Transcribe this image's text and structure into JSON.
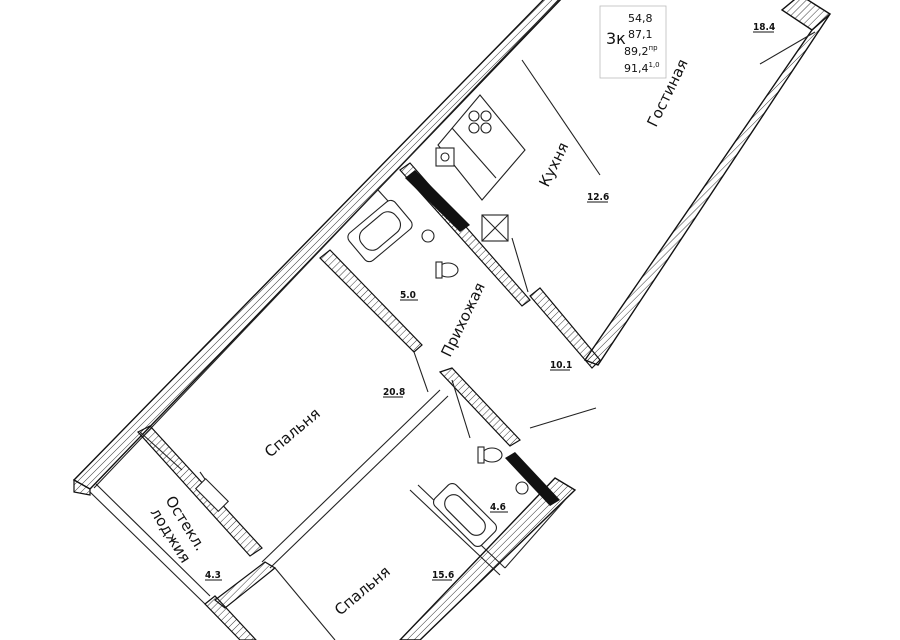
{
  "summary": {
    "rooms_label": "3к",
    "living_area": "54,8",
    "total_area": "87,1",
    "area_reduced": "89,2",
    "area_reduced_note": "пр",
    "area_full": "91,4",
    "area_full_note": "1,0"
  },
  "rooms": [
    {
      "id": "living",
      "name": "Гостиная",
      "area": "18.4"
    },
    {
      "id": "kitchen",
      "name": "Кухня",
      "area": "12.6"
    },
    {
      "id": "bath1",
      "name": "",
      "area": "5.0"
    },
    {
      "id": "hall",
      "name": "Прихожая",
      "area": "10.1"
    },
    {
      "id": "bedroom1",
      "name": "Спальня",
      "area": "20.8"
    },
    {
      "id": "bath2",
      "name": "",
      "area": "4.6"
    },
    {
      "id": "loggia",
      "name": "Остекл. лоджия",
      "name_line1": "Остекл.",
      "name_line2": "лоджия",
      "area": "4.3"
    },
    {
      "id": "bedroom2",
      "name": "Спальня",
      "area": "15.6"
    }
  ],
  "colors": {
    "walls": "#111111",
    "background": "#ffffff"
  }
}
